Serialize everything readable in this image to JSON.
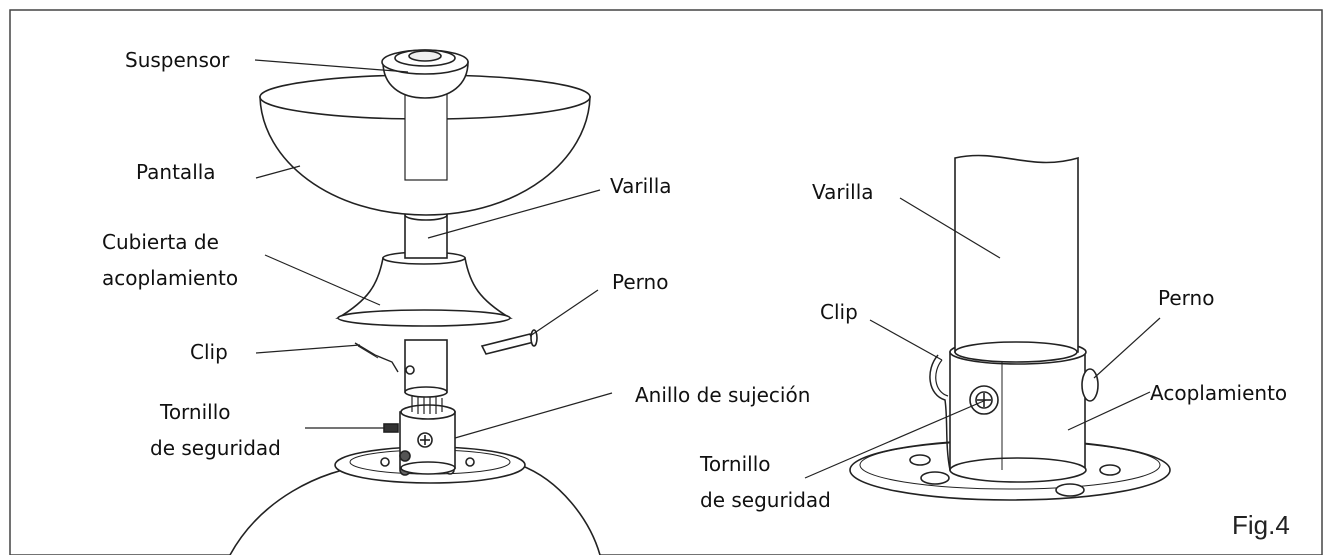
{
  "figure_label": "Fig.4",
  "left": {
    "suspensor": "Suspensor",
    "pantalla": "Pantalla",
    "varilla": "Varilla",
    "cubierta_line1": "Cubierta de",
    "cubierta_line2": "acoplamiento",
    "perno": "Perno",
    "clip": "Clip",
    "anillo": "Anillo de sujeción",
    "tornillo_line1": "Tornillo",
    "tornillo_line2": "de seguridad"
  },
  "right": {
    "varilla": "Varilla",
    "perno": "Perno",
    "clip": "Clip",
    "acoplamiento": "Acoplamiento",
    "tornillo_line1": "Tornillo",
    "tornillo_line2": "de seguridad"
  }
}
